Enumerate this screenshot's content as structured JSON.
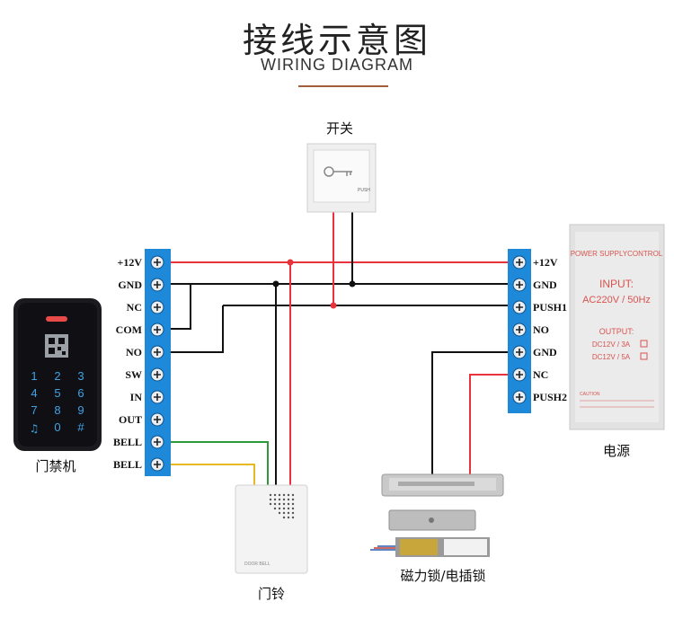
{
  "title": {
    "cn": "接线示意图",
    "en": "WIRING DIAGRAM"
  },
  "left_terminals": [
    "+12V",
    "GND",
    "NC",
    "COM",
    "NO",
    "SW",
    "IN",
    "OUT",
    "BELL",
    "BELL"
  ],
  "right_terminals": [
    "+12V",
    "GND",
    "PUSH1",
    "NO",
    "GND",
    "NC",
    "PUSH2"
  ],
  "devices": {
    "switch": {
      "caption": "开关",
      "button_text": "PUSH"
    },
    "reader": {
      "caption": "门禁机",
      "keys": [
        "1",
        "2",
        "3",
        "4",
        "5",
        "6",
        "7",
        "8",
        "9",
        "",
        "0",
        "#"
      ]
    },
    "power": {
      "caption": "电源",
      "header": "POWER SUPPLYCONTROL",
      "input_label": "INPUT:",
      "input_value": "AC220V / 50Hz",
      "output_label": "OUTPUT:",
      "output_1": "DC12V / 3A",
      "output_2": "DC12V / 5A",
      "caution": "CAUTION"
    },
    "bell": {
      "caption": "门铃",
      "label": "DOOR BELL"
    },
    "locks": {
      "caption": "磁力锁/电插锁"
    }
  },
  "colors": {
    "terminal_block": "#1e88d9",
    "red_wire": "#e8333c",
    "black_wire": "#111111",
    "green_wire": "#2c9a3a",
    "yellow_wire": "#e8b820",
    "accent": "#a05f3a"
  }
}
